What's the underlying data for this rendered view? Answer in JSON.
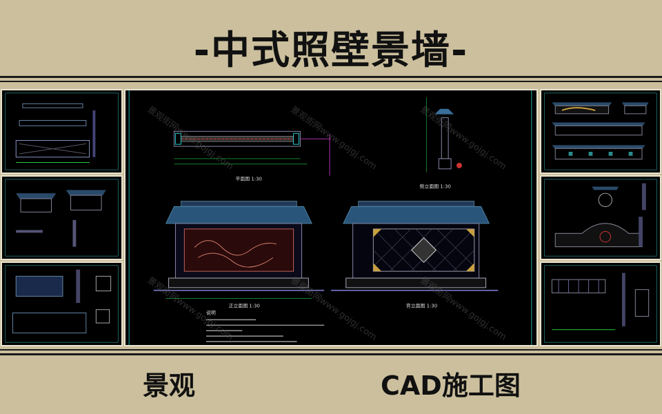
{
  "title": "-中式照壁景墙-",
  "footer": {
    "left": "景观",
    "right": "CAD施工图"
  },
  "main": {
    "plan_label": "平面图 1:30",
    "side_label": "侧立面图 1:30",
    "front_label": "正立面图 1:30",
    "back_label": "背立面图 1:30",
    "notes_title": "说明",
    "watermark": "景观街网www.gojgj.com"
  },
  "colors": {
    "background": "#cbbf9d",
    "drawing_bg": "#000000",
    "roof": "#3a6e9a",
    "carving": "#c0645a",
    "dimension": "#22cc44",
    "gold": "#c8a040"
  }
}
